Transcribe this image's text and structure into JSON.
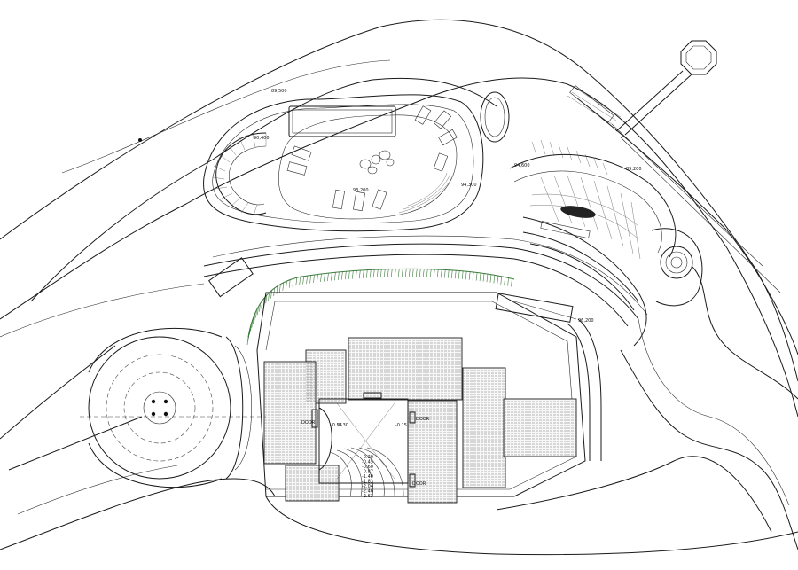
{
  "palette": {
    "line": "#1a1a1a",
    "hedge": "#3b7a3b",
    "paper": "#ffffff",
    "boat": "#222222"
  },
  "elevations": [
    {
      "id": "elev-89500",
      "text": "89,500"
    },
    {
      "id": "elev-90400",
      "text": "90,400"
    },
    {
      "id": "elev-93200",
      "text": "93,200"
    },
    {
      "id": "elev-94300",
      "text": "94,300"
    },
    {
      "id": "elev-94600",
      "text": "94,600"
    },
    {
      "id": "elev-89200",
      "text": "89,200"
    },
    {
      "id": "elev-96200",
      "text": "96,200"
    }
  ],
  "floor_levels": {
    "left": "-0.55",
    "center": "-0.30",
    "right": "-0.15",
    "steps": [
      "-0.20",
      "-0.45",
      "-0.60",
      "-0.87",
      "-1.40",
      "-1.81",
      "-2.04",
      "-2.46",
      "-2.63"
    ]
  },
  "door_labels": {
    "left": "DOOR",
    "right_upper": "DOOR",
    "right_lower": "DOOR"
  }
}
